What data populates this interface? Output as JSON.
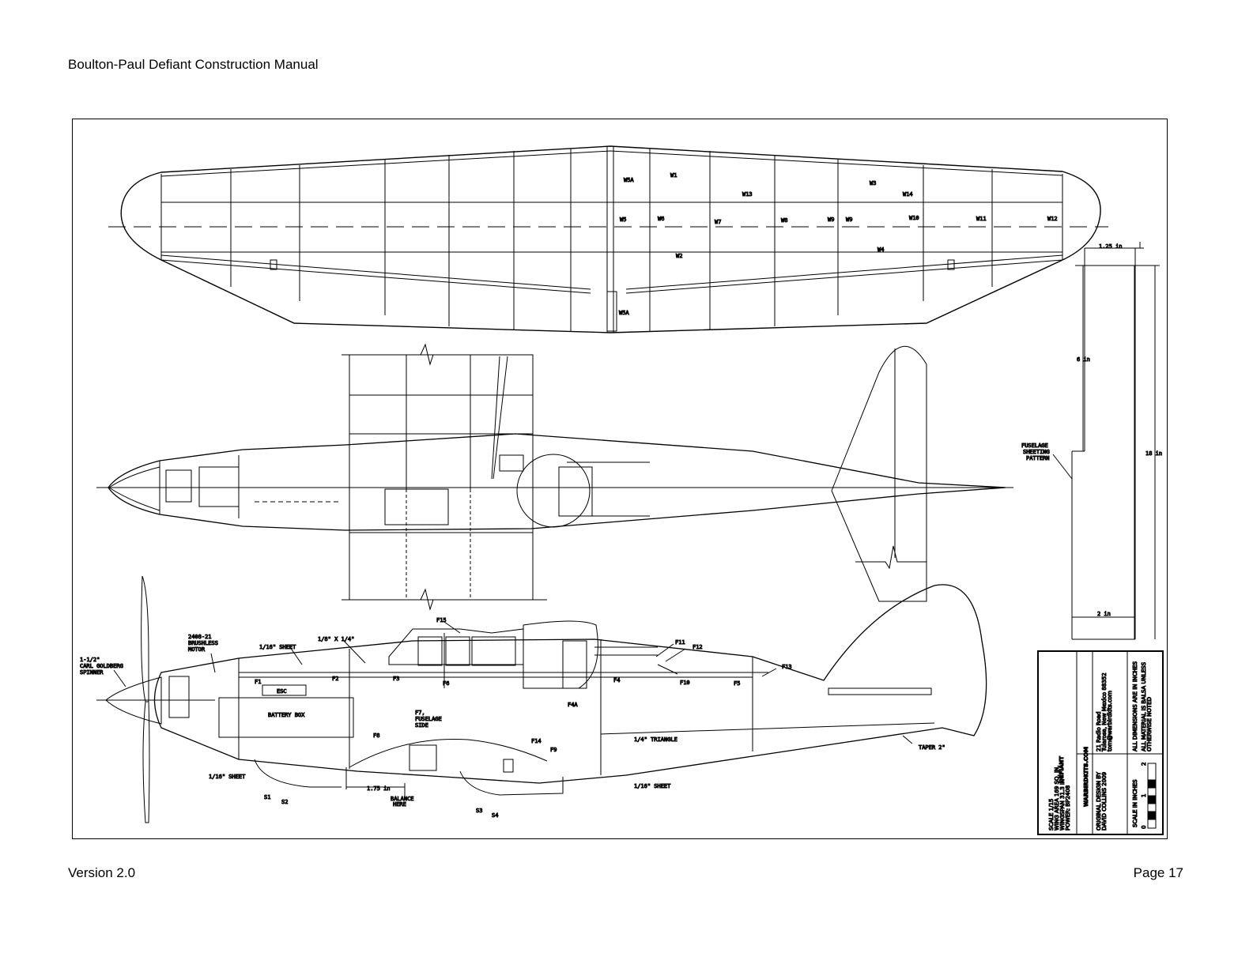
{
  "header": {
    "title": "Boulton-Paul Defiant Construction Manual"
  },
  "footer": {
    "version": "Version 2.0",
    "page": "Page 17"
  },
  "plan": {
    "wing_labels": [
      "W5A",
      "W1",
      "W13",
      "W3",
      "W14",
      "W5",
      "W6",
      "W7",
      "W8",
      "W9",
      "W9",
      "W10",
      "W11",
      "W12",
      "W2",
      "W4",
      "W5A"
    ],
    "dimensions": {
      "width_top": "1.25 in",
      "six": "6 in",
      "eighteen": "18 in",
      "two": "2 in"
    },
    "sheeting_label": [
      "FUSELAGE",
      "SHEETING",
      "PATTERN"
    ],
    "side_labels": {
      "motor": [
        "2408-21",
        "BRUSHLESS",
        "MOTOR"
      ],
      "spinner": [
        "1-1/2\"",
        "CARL GOLDBERG",
        "SPINNER"
      ],
      "sheet_top": "1/16\" SHEET",
      "stick": "1/8\" X 1/4\"",
      "f15": "F15",
      "f11": "F11",
      "f12": "F12",
      "f13": "F13",
      "f1": "F1",
      "f2": "F2",
      "f3": "F3",
      "f6": "F6",
      "f4": "F4",
      "f4a": "F4A",
      "f10": "F10",
      "f5": "F5",
      "esc": "ESC",
      "battery": "BATTERY BOX",
      "f7": [
        "F7,",
        "FUSELAGE",
        "SIDE"
      ],
      "f8": "F8",
      "f14": "F14",
      "f9": "F9",
      "triangle": "1/4\" TRIANGLE",
      "taper": "TAPER 2\"",
      "sheet_bottom_left": "1/16\" SHEET",
      "sheet_bottom_right": "1/16\" SHEET",
      "s1": "S1",
      "s2": "S2",
      "s3": "S3",
      "s4": "S4",
      "cg_dim": "1.75 in",
      "balance": [
        "BALANCE",
        "HERE"
      ]
    },
    "title_block": {
      "name": "DEFIANT",
      "website": "WARBIRDKITS.COM",
      "specs": [
        "SCALE 1/15",
        "WING AREA 169 SQ. IN.",
        "WINGSPAN 31.3 IN",
        "POWER: BP2408"
      ],
      "design": [
        "ORIGINAL DESIGN BY",
        "DAVID COLLINS 2009"
      ],
      "address": [
        "21 Radio Road",
        "Tularosa, New Mexico 88352",
        "tom@warbirdkits.com"
      ],
      "notes": [
        "ALL DIMENSIONS ARE IN INCHES",
        "ALL MATERIAL IS BALSA UNLESS",
        "OTHERWISE NOTED"
      ],
      "scale_label": "SCALE IN INCHES",
      "scale_ticks": [
        "0",
        "1",
        "2"
      ]
    }
  }
}
